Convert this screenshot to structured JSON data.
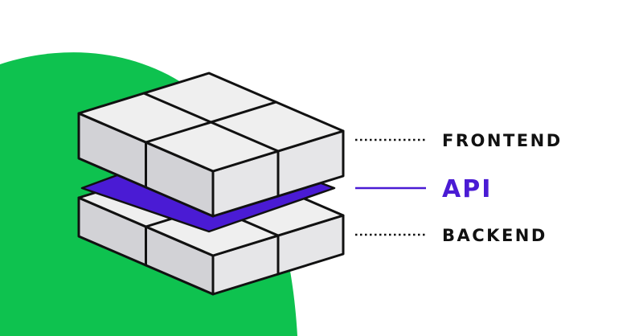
{
  "colors": {
    "background": "#ffffff",
    "green_blob": "#0ec24f",
    "cube_top": "#efefef",
    "cube_left": "#d2d2d6",
    "cube_right": "#e6e6e8",
    "outline": "#111111",
    "api_layer": "#4a1bd4",
    "api_text": "#4a1bd4",
    "label_text": "#111111"
  },
  "layers": [
    {
      "id": "frontend",
      "label": "FRONTEND",
      "connector": "dotted",
      "color": "#111111"
    },
    {
      "id": "api",
      "label": "API",
      "connector": "solid",
      "color": "#4a1bd4"
    },
    {
      "id": "backend",
      "label": "BACKEND",
      "connector": "dotted",
      "color": "#111111"
    }
  ]
}
